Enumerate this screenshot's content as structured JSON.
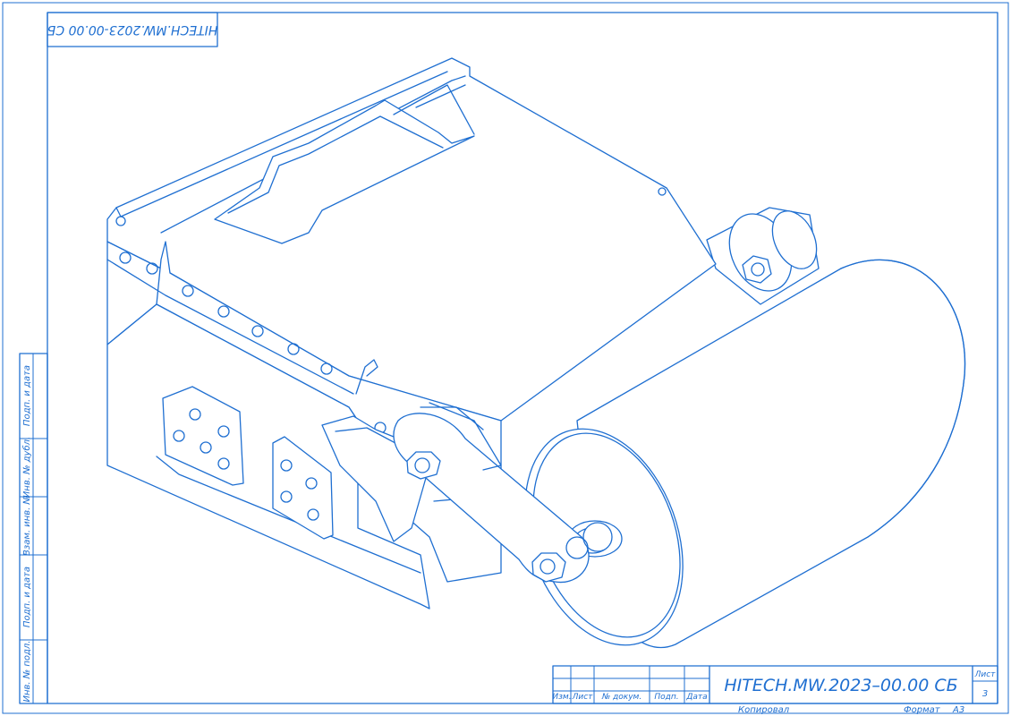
{
  "colors": {
    "line": "#1f6fd1",
    "paper": "#ffffff"
  },
  "corner_stamp": "HITECH.MW.2023-00.00 СБ",
  "side_columns": [
    "Подп. и дата",
    "Инв. № дубл.",
    "Взам. инв. №",
    "Подп. и дата",
    "Инв. № подл."
  ],
  "title_block": {
    "designation": "HITECH.MW.2023–00.00 СБ",
    "headers": [
      "Изм.",
      "Лист",
      "№ докум.",
      "Подп.",
      "Дата"
    ],
    "sheet_label": "Лист",
    "sheet_number": "3",
    "copied_label": "Копировал",
    "format_label": "Формат",
    "format_value": "А3"
  }
}
